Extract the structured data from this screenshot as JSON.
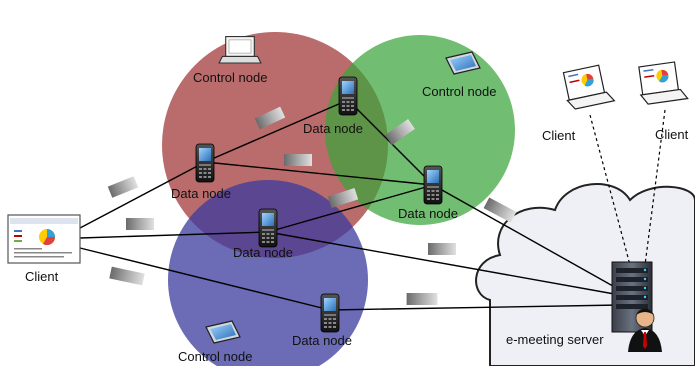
{
  "labels": {
    "control_node_red": "Control node",
    "control_node_green": "Control node",
    "control_node_blue": "Control node",
    "data_node_1": "Data node",
    "data_node_2": "Data node",
    "data_node_3": "Data node",
    "data_node_4": "Data node",
    "data_node_5": "Data node",
    "client_left": "Client",
    "client_top_1": "Client",
    "client_top_2": "Client",
    "server": "e-meeting server"
  },
  "colors": {
    "red_group": "#a33a3a",
    "green_group": "#3aa33a",
    "blue_group": "#3a3a9e",
    "cloud_fill": "#eef0f6",
    "cloud_stroke": "#222222",
    "link": "#000000"
  },
  "icons": {
    "control_node": "tablet-icon",
    "data_node": "mobile-phone-icon",
    "client": "laptop-icon",
    "server": "server-with-user-icon",
    "packet": "data-packet-icon"
  }
}
